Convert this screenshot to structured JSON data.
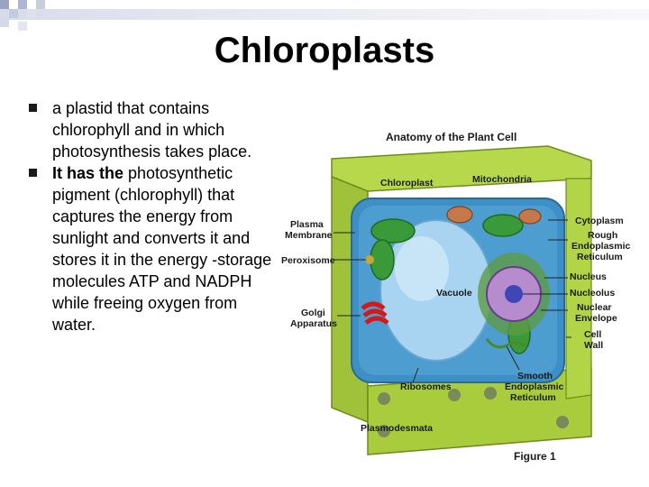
{
  "slide": {
    "title": "Chloroplasts",
    "bullets": [
      {
        "lead": "",
        "text": "a plastid that contains chlorophyll and in which photosynthesis takes place."
      },
      {
        "lead": "It has the",
        "text": " photosynthetic pigment (chlorophyll) that captures the energy from sunlight and converts it and stores it in the energy -storage molecules ATP and NADPH while freeing oxygen from water."
      }
    ]
  },
  "figure": {
    "heading": "Anatomy of the Plant Cell",
    "caption": "Figure 1",
    "labels": {
      "chloroplast": "Chloroplast",
      "mitochondria": "Mitochondria",
      "plasma_membrane_1": "Plasma",
      "plasma_membrane_2": "Membrane",
      "peroxisome": "Peroxisome",
      "golgi_1": "Golgi",
      "golgi_2": "Apparatus",
      "vacuole": "Vacuole",
      "ribosomes": "Ribosomes",
      "plasmodesmata": "Plasmodesmata",
      "cytoplasm": "Cytoplasm",
      "rough_er_1": "Rough",
      "rough_er_2": "Endoplasmic",
      "rough_er_3": "Reticulum",
      "nucleus": "Nucleus",
      "nucleolus": "Nucleolus",
      "nuclear_env_1": "Nuclear",
      "nuclear_env_2": "Envelope",
      "cell_wall_1": "Cell",
      "cell_wall_2": "Wall",
      "smooth_er_1": "Smooth",
      "smooth_er_2": "Endoplasmic",
      "smooth_er_3": "Reticulum"
    }
  }
}
